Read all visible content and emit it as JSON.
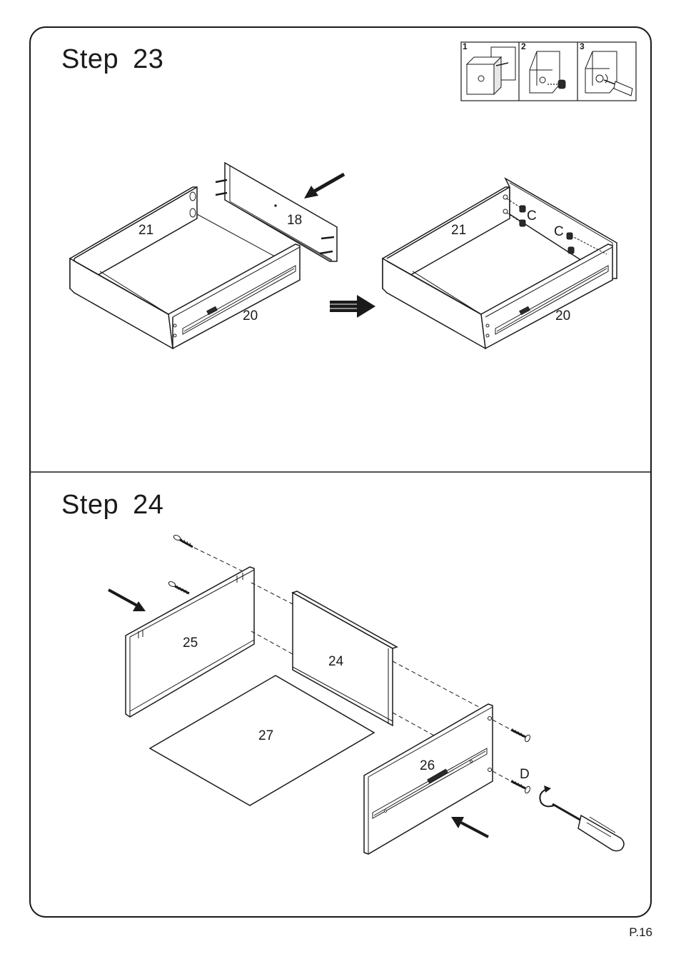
{
  "steps": [
    {
      "word": "Step",
      "number": "23",
      "inset": {
        "panel_numbers": [
          "1",
          "2",
          "3"
        ],
        "icons": [
          "cam-bolt-insert-icon",
          "cam-lock-place-icon",
          "screwdriver-tighten-icon"
        ]
      },
      "labels": {
        "left_back": "21",
        "left_front": "20",
        "panel": "18",
        "right_back": "21",
        "right_front": "20",
        "hardware_top": "C",
        "hardware_bottom": "C"
      }
    },
    {
      "word": "Step",
      "number": "24",
      "labels": {
        "left_panel": "25",
        "back_panel": "24",
        "bottom_panel": "27",
        "right_panel": "26",
        "hardware": "D"
      }
    }
  ],
  "page_number": "P.16"
}
